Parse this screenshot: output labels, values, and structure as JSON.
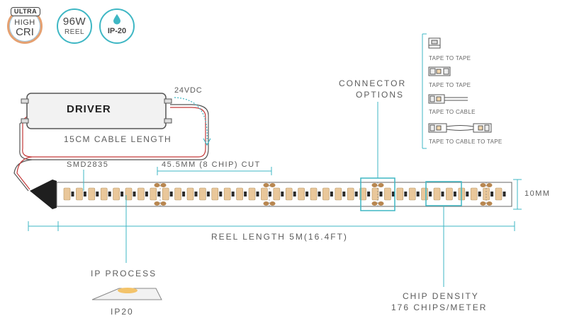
{
  "badges": {
    "cri": {
      "ultra": "ULTRA",
      "line1": "HIGH",
      "line2": "CRI"
    },
    "power": {
      "line1": "96W",
      "line2": "REEL"
    },
    "ip": {
      "label": "IP-20"
    }
  },
  "driver": {
    "label": "DRIVER",
    "voltage": "24VDC",
    "cable_length": "15CM CABLE LENGTH"
  },
  "strip": {
    "chip_type": "SMD2835",
    "cut": "45.5MM (8 CHIP) CUT",
    "width": "10MM",
    "reel_length": "REEL LENGTH 5M(16.4FT)"
  },
  "connector": {
    "title_line1": "CONNECTOR",
    "title_line2": "OPTIONS",
    "options": [
      "TAPE TO TAPE",
      "TAPE TO TAPE",
      "TAPE TO CABLE",
      "TAPE TO CABLE TO TAPE"
    ]
  },
  "ip_process": {
    "title": "IP PROCESS",
    "rating": "IP20"
  },
  "chip_density": {
    "line1": "CHIP DENSITY",
    "line2": "176 CHIPS/METER"
  },
  "colors": {
    "accent": "#3fb7c4",
    "chip": "#e9c79a",
    "copper": "#b8864f",
    "dark": "#2b2b2b"
  }
}
